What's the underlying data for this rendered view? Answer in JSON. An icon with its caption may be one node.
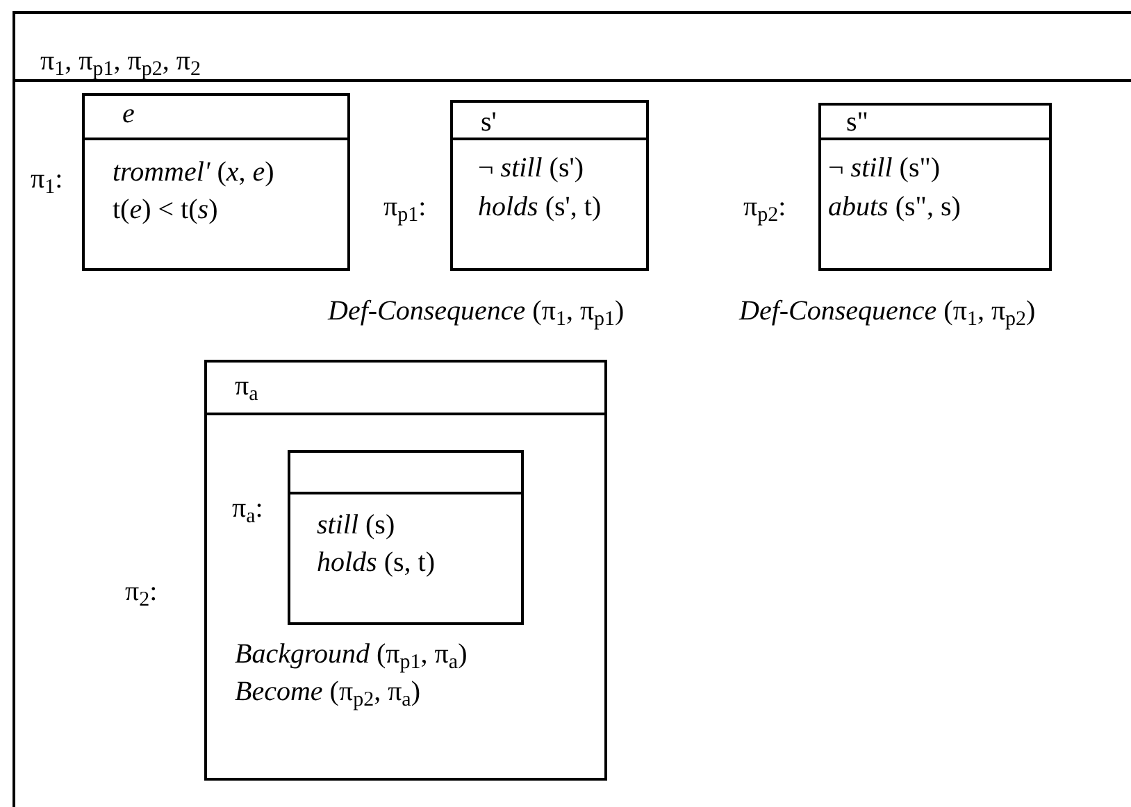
{
  "diagram": {
    "nodes": [
      {
        "text": [
          "π$_{1}$, π$_{p1}$, π$_{p2}$, π$_{2}$",
          "*Def-Consequence* (π$_{1}$, π$_{p1}$)",
          "*Def-Consequence* (π$_{1}$, π$_{p2}$)"
        ]
      },
      {
        "text": [
          "*e*",
          "*trommel'* (*x*, *e*)",
          "t(*e*) < t(*s*)"
        ],
        "beside": [
          "π$_{1}$:"
        ],
        "in": 0
      },
      {
        "text": [
          "s'",
          "¬ *still* (s')",
          "*holds* (s', t)"
        ],
        "beside": [
          "π$_{p1}$:"
        ],
        "in": 0
      },
      {
        "text": [
          "s\"",
          "¬ *still* (s\")",
          "*abuts* (s\", s)"
        ],
        "beside": [
          "π$_{p2}$:"
        ],
        "in": 0
      },
      {
        "text": [
          "π$_{a}$",
          "*Background* (π$_{p1}$, π$_{a}$)",
          "*Become* (π$_{p2}$, π$_{a}$)"
        ],
        "beside": [
          "π$_{2}$:"
        ],
        "in": 0
      },
      {
        "text": [
          "*still* (s)",
          "*holds* (s, t)"
        ],
        "beside": [
          "π$_{a}$:"
        ],
        "in": 4
      }
    ]
  }
}
